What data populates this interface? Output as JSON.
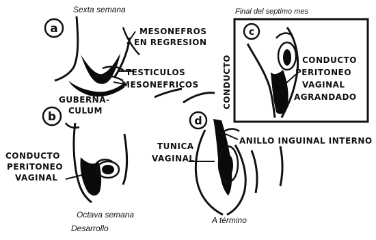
{
  "panels": {
    "a": {
      "letter": "a",
      "caption": "Sexta semana",
      "labels": {
        "mesonefros": "MESONEFROS",
        "en_regresion": "EN REGRESION",
        "testiculos": "TESTICULOS",
        "mesonefricos": "MESONEFRICOS",
        "gubernaculum_1": "GUBERNA-",
        "gubernaculum_2": "CULUM"
      }
    },
    "b": {
      "letter": "b",
      "caption_1": "Octava semana",
      "caption_2": "Desarrollo",
      "labels": {
        "conducto": "CONDUCTO",
        "peritoneo": "PERITONEO",
        "vaginal": "VAGINAL"
      }
    },
    "c": {
      "letter": "c",
      "caption": "Final del septimo mes",
      "labels": {
        "conducto": "CONDUCTO",
        "peritoneo": "PERITONEO",
        "vaginal": "VAGINAL",
        "agrandado": "AGRANDADO",
        "vertical": "CONDUCTO"
      }
    },
    "d": {
      "letter": "d",
      "caption": "A término",
      "labels": {
        "anillo": "ANILLO INGUINAL INTERNO",
        "tunica": "TUNICA",
        "vaginal": "VAGINAL"
      }
    }
  },
  "colors": {
    "ink": "#111111",
    "fill": "#0a0a0a",
    "paper": "#ffffff"
  }
}
